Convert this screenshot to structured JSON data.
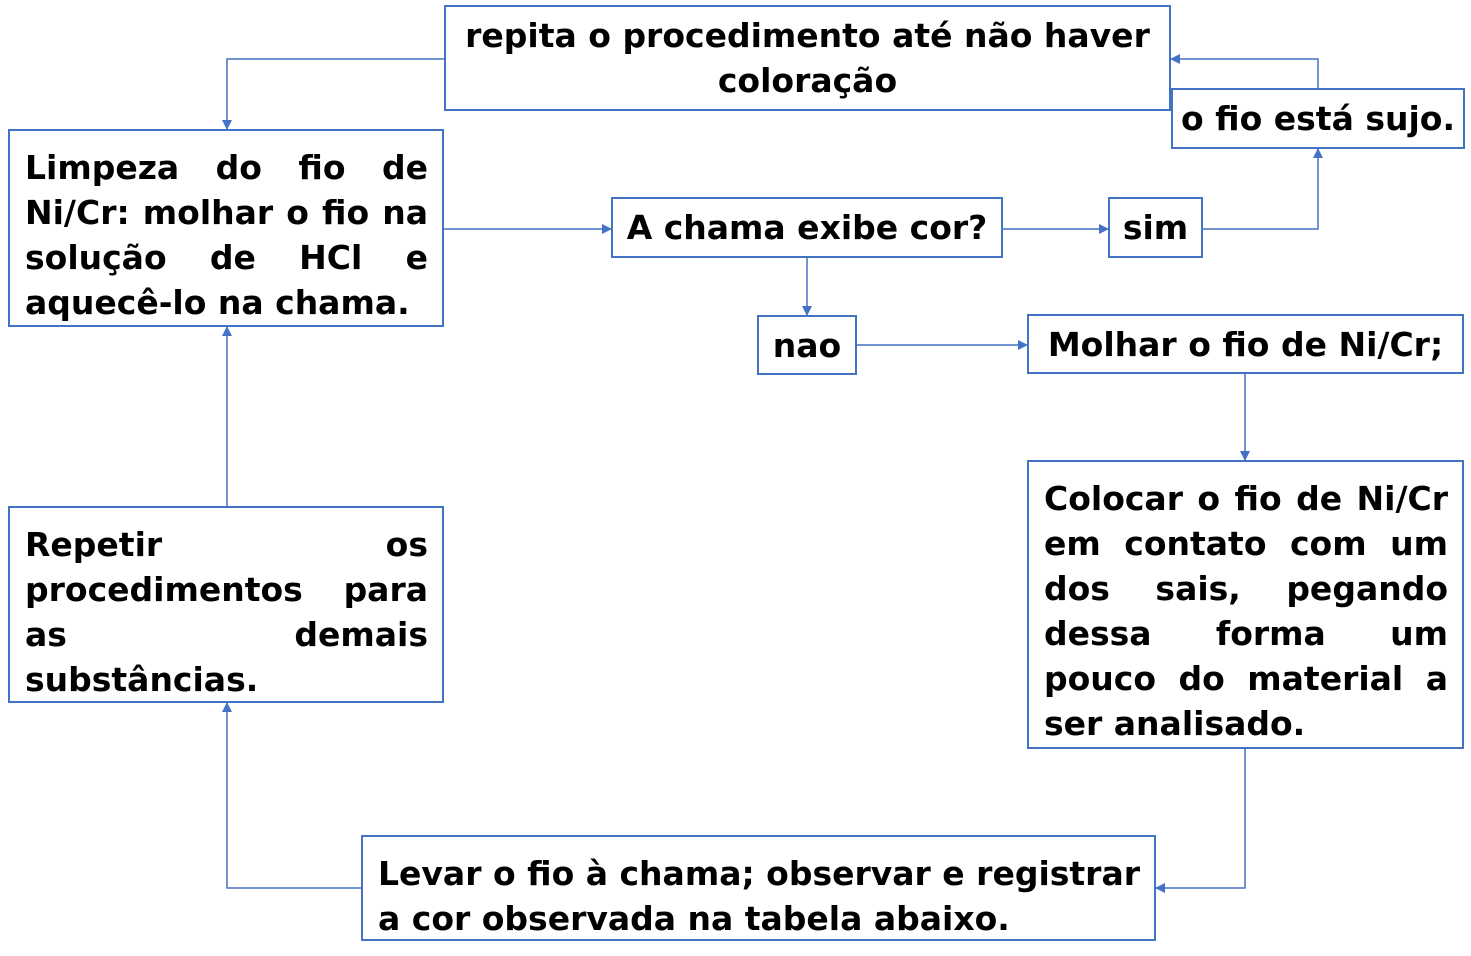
{
  "diagram": {
    "nodes": {
      "repeat_until_clean": "repita o procedimento até não haver coloração",
      "wire_dirty": "o fio está sujo.",
      "clean_wire": "Limpeza do fio de Ni/Cr: molhar o fio na solução de HCl e aquecê-lo na chama.",
      "flame_question": "A chama exibe cor?",
      "answer_yes": "sim",
      "answer_no": "nao",
      "wet_wire": "Molhar o fio de Ni/Cr;",
      "contact_salt": "Colocar o fio de Ni/Cr em contato com um dos sais, pegando dessa forma um pouco do material a ser analisado.",
      "take_to_flame": "Levar o fio à chama; observar e registrar a cor observada na tabela abaixo.",
      "repeat_substances": "Repetir os procedimentos para as demais substâncias."
    },
    "edges": [
      {
        "from": "clean_wire",
        "to": "flame_question"
      },
      {
        "from": "flame_question",
        "to": "answer_yes"
      },
      {
        "from": "answer_yes",
        "to": "wire_dirty"
      },
      {
        "from": "wire_dirty",
        "to": "repeat_until_clean"
      },
      {
        "from": "repeat_until_clean",
        "to": "clean_wire"
      },
      {
        "from": "flame_question",
        "to": "answer_no"
      },
      {
        "from": "answer_no",
        "to": "wet_wire"
      },
      {
        "from": "wet_wire",
        "to": "contact_salt"
      },
      {
        "from": "contact_salt",
        "to": "take_to_flame"
      },
      {
        "from": "take_to_flame",
        "to": "repeat_substances"
      },
      {
        "from": "repeat_substances",
        "to": "clean_wire"
      }
    ],
    "colors": {
      "border": "#4472c4",
      "arrow": "#4472c4",
      "text": "#000000"
    }
  }
}
